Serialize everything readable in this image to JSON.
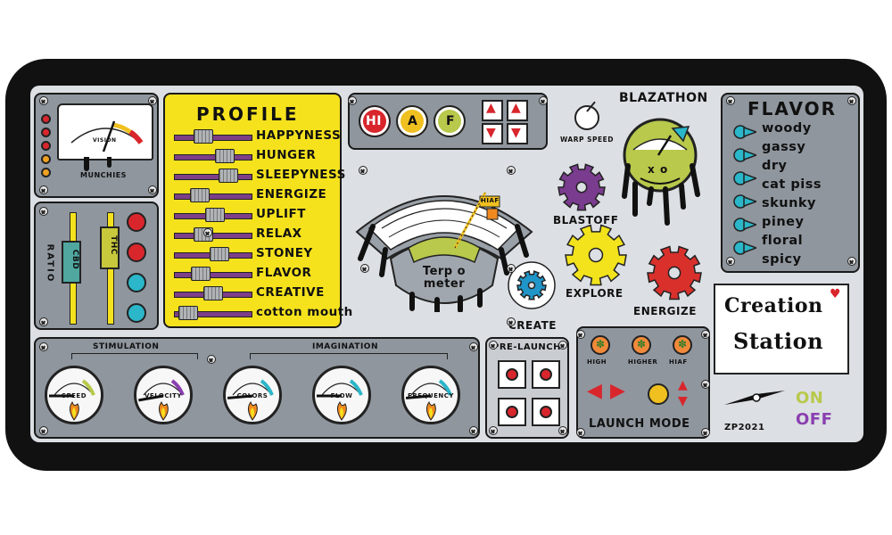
{
  "profile": {
    "title": "PROFILE",
    "sliders": [
      {
        "label": "HAPPYNESS",
        "level": 0.35
      },
      {
        "label": "HUNGER",
        "level": 0.72
      },
      {
        "label": "SLEEPYNESS",
        "level": 0.78
      },
      {
        "label": "ENERGIZE",
        "level": 0.28
      },
      {
        "label": "UPLIFT",
        "level": 0.55
      },
      {
        "label": "RELAX",
        "level": 0.35
      },
      {
        "label": "STONEY",
        "level": 0.62
      },
      {
        "label": "FLAVOR",
        "level": 0.3
      },
      {
        "label": "CREATIVE",
        "level": 0.52
      },
      {
        "label": "cotton mouth",
        "level": 0.08
      }
    ]
  },
  "munchies": {
    "label": "MUNCHIES",
    "dial_text": "VISION",
    "lights": [
      "#d8262c",
      "#d8262c",
      "#d8262c",
      "#f0a020",
      "#f0a020"
    ]
  },
  "ratio": {
    "label": "RATIO",
    "slider_cbd": "CBD",
    "slider_thc": "THC"
  },
  "mode_buttons": {
    "hi": "HI",
    "a": "A",
    "f": "F"
  },
  "terpometer": {
    "label": "Terp o meter",
    "tag": "HIAF"
  },
  "warp_speed": {
    "label": "WARP SPEED"
  },
  "blazathon": {
    "label": "BLAZATHON"
  },
  "gears": {
    "blastoff": "BLASTOFF",
    "explore": "EXPLORE",
    "create": "CREATE",
    "energize": "ENERGIZE"
  },
  "flavor": {
    "title": "FLAVOR",
    "items": [
      "woody",
      "gassy",
      "dry",
      "cat piss",
      "skunky",
      "piney",
      "floral",
      "spicy"
    ]
  },
  "creation": {
    "line1": "Creation",
    "line2": "Station"
  },
  "bottom": {
    "stimulation": "STIMULATION",
    "imagination": "IMAGINATION",
    "gauges": [
      "SPEED",
      "VELOCITY",
      "COLORS",
      "FLOW",
      "FREQUENCY"
    ]
  },
  "prelaunch": {
    "title": "PRE-LAUNCH"
  },
  "launch": {
    "title": "LAUNCH MODE",
    "levels": [
      "HIGH",
      "HIGHER",
      "HIAF"
    ]
  },
  "switch": {
    "on": "ON",
    "off": "OFF"
  },
  "signature": "ZP2021",
  "colors": {
    "yellow": "#f5e21d",
    "purple": "#7d3f87",
    "red": "#d8262c",
    "cyan": "#2bb6c9",
    "gear_yellow": "#f2e31c",
    "gear_red": "#d9302c",
    "gear_purple": "#7a3c8e",
    "gear_blue": "#1f95c8",
    "olive": "#b8c94b"
  }
}
